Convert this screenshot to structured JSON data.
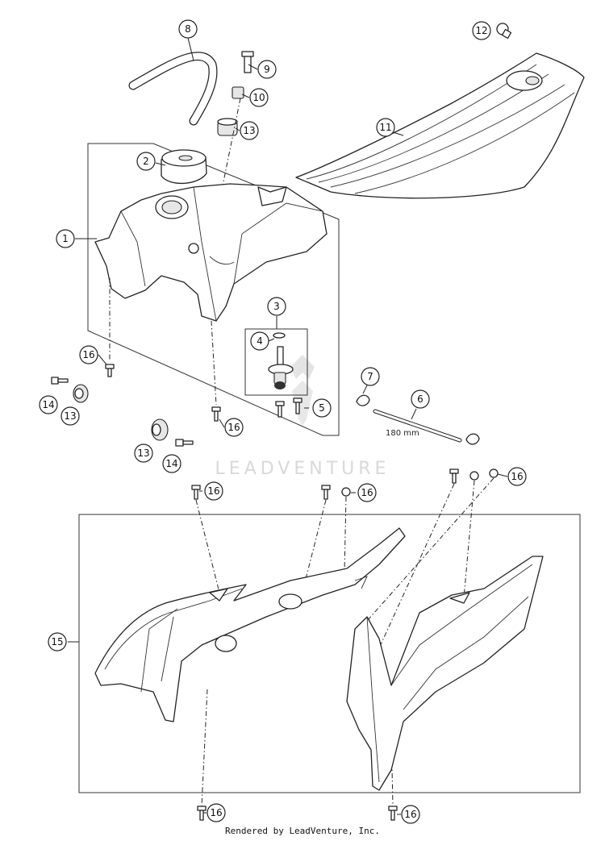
{
  "callouts": [
    {
      "id": "c8",
      "label": "8"
    },
    {
      "id": "c9",
      "label": "9"
    },
    {
      "id": "c10",
      "label": "10"
    },
    {
      "id": "c13a",
      "label": "13"
    },
    {
      "id": "c12",
      "label": "12"
    },
    {
      "id": "c11",
      "label": "11"
    },
    {
      "id": "c2",
      "label": "2"
    },
    {
      "id": "c1",
      "label": "1"
    },
    {
      "id": "c3",
      "label": "3"
    },
    {
      "id": "c4",
      "label": "4"
    },
    {
      "id": "c16a",
      "label": "16"
    },
    {
      "id": "c14a",
      "label": "14"
    },
    {
      "id": "c13b",
      "label": "13"
    },
    {
      "id": "c7",
      "label": "7"
    },
    {
      "id": "c6",
      "label": "6"
    },
    {
      "id": "c5",
      "label": "5"
    },
    {
      "id": "c16b",
      "label": "16"
    },
    {
      "id": "c13c",
      "label": "13"
    },
    {
      "id": "c14b",
      "label": "14"
    },
    {
      "id": "c16c",
      "label": "16"
    },
    {
      "id": "c16d",
      "label": "16"
    },
    {
      "id": "c16e",
      "label": "16"
    },
    {
      "id": "c15",
      "label": "15"
    },
    {
      "id": "c16f",
      "label": "16"
    },
    {
      "id": "c16g",
      "label": "16"
    }
  ],
  "dimension_label": "180 mm",
  "watermark": "LEADVENTURE",
  "footer": "Rendered by LeadVenture, Inc."
}
